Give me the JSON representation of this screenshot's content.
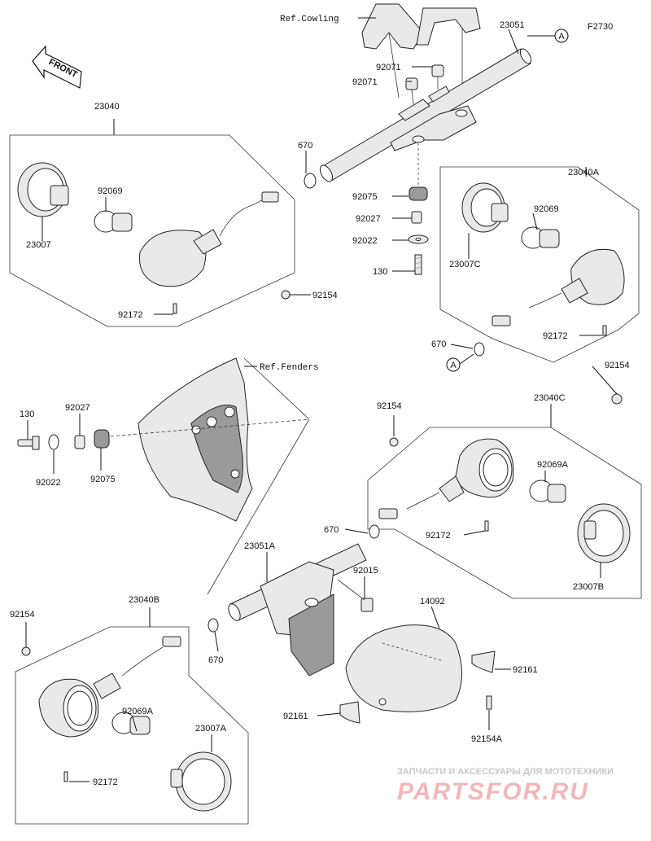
{
  "figure_code": "F2730",
  "front_label": "FRONT",
  "refs": {
    "cowling": "Ref.Cowling",
    "fenders": "Ref.Fenders"
  },
  "callouts": {
    "a_top": "A",
    "a_right": "A"
  },
  "labels": {
    "p23051": "23051",
    "p92071_a": "92071",
    "p92071_b": "92071",
    "p23040": "23040",
    "p670_top": "670",
    "p92069_tl": "92069",
    "p23007": "23007",
    "p92154_tl": "92154",
    "p92172_tl": "92172",
    "p92075_top": "92075",
    "p92027_top": "92027",
    "p92022_top": "92022",
    "p130_top": "130",
    "p23040a": "23040A",
    "p92069_r": "92069",
    "p23007c": "23007C",
    "p670_r": "670",
    "p92172_r": "92172",
    "p92154_r": "92154",
    "p130_left": "130",
    "p92027_left": "92027",
    "p92022_left": "92022",
    "p92075_left": "92075",
    "p92154_mid": "92154",
    "p23040c": "23040C",
    "p92069a_r": "92069A",
    "p670_mid": "670",
    "p92172_mid": "92172",
    "p23007b": "23007B",
    "p23051a": "23051A",
    "p92015": "92015",
    "p14092": "14092",
    "p92154_bl": "92154",
    "p23040b": "23040B",
    "p670_bl": "670",
    "p92161_r": "92161",
    "p92161_l": "92161",
    "p92154a": "92154A",
    "p92069a_bl": "92069A",
    "p23007a": "23007A",
    "p92172_bl": "92172"
  },
  "watermark": {
    "line1": "ЗАПЧАСТИ И АКСЕССУАРЫ ДЛЯ МОТОТЕХНИКИ",
    "line2": "PARTSFOR.RU"
  }
}
